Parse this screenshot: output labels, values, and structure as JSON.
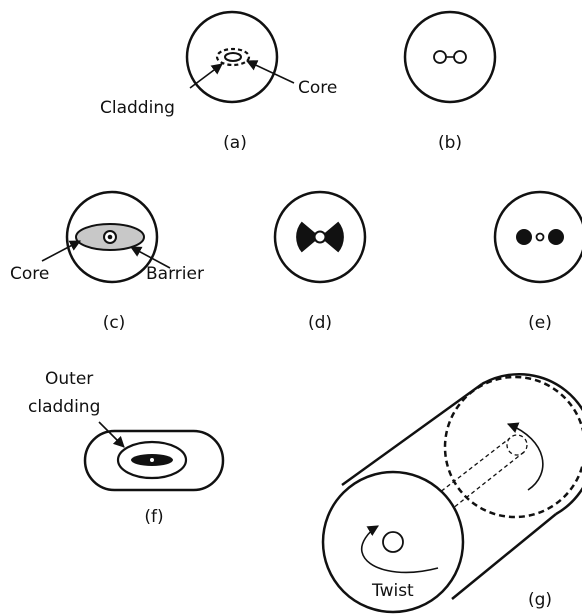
{
  "panels": {
    "a": {
      "caption": "(a)",
      "labels": {
        "cladding": "Cladding",
        "core": "Core"
      }
    },
    "b": {
      "caption": "(b)"
    },
    "c": {
      "caption": "(c)",
      "labels": {
        "core": "Core",
        "barrier": "Barrier"
      }
    },
    "d": {
      "caption": "(d)"
    },
    "e": {
      "caption": "(e)"
    },
    "f": {
      "caption": "(f)",
      "labels": {
        "outer_cladding_line1": "Outer",
        "outer_cladding_line2": "cladding"
      }
    },
    "g": {
      "caption": "(g)",
      "labels": {
        "twist": "Twist"
      }
    }
  },
  "colors": {
    "ink": "#111111",
    "barrier_fill": "#c8c8c8",
    "background": "#ffffff"
  }
}
